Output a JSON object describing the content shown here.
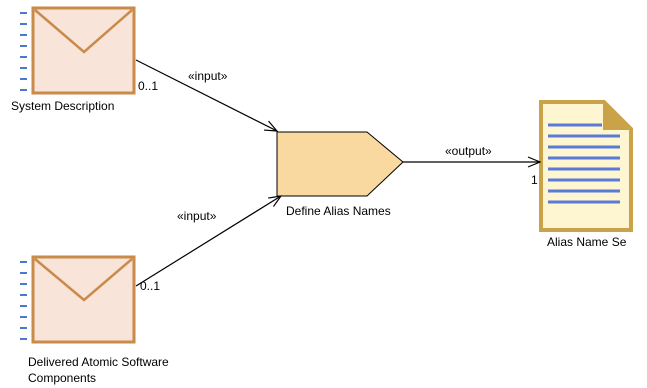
{
  "diagram": {
    "nodes": {
      "system_description": {
        "label": "System Description",
        "icon": "envelope-icon"
      },
      "delivered_components": {
        "label_lines": [
          "Delivered Atomic Software",
          "Components"
        ],
        "icon": "envelope-icon"
      },
      "define_alias_names": {
        "label": "Define Alias Names",
        "icon": "task-pentagon-icon"
      },
      "alias_name_set": {
        "label": "Alias Name Se",
        "icon": "document-icon"
      }
    },
    "edges": {
      "input_top": {
        "stereotype": "«input»",
        "multiplicity": "0..1"
      },
      "input_bottom": {
        "stereotype": "«input»",
        "multiplicity": "0..1"
      },
      "output": {
        "stereotype": "«output»",
        "multiplicity": "1"
      }
    },
    "colors": {
      "artifact_fill": "#f8e4d8",
      "artifact_stroke": "#c98a4a",
      "task_fill": "#fad9a0",
      "task_stroke": "#000000",
      "document_fill": "#fdf6d0",
      "document_stroke": "#c9a24a",
      "document_lines": "#5b7ad6",
      "dash_marks": "#4a7ac9"
    }
  }
}
